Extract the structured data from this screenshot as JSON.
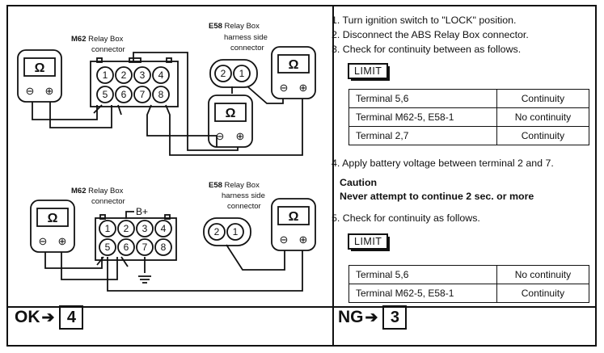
{
  "diagram": {
    "top": {
      "m62_label": "M62",
      "m62_label_rest": "Relay Box",
      "m62_label_2": "connector",
      "e58_label": "E58",
      "e58_label_rest": "Relay Box",
      "e58_label_2": "harness side",
      "e58_label_3": "connector",
      "m62_pins": [
        "1",
        "2",
        "3",
        "4",
        "5",
        "6",
        "7",
        "8"
      ],
      "e58_pins": [
        "2",
        "1"
      ]
    },
    "bottom": {
      "m62_label": "M62",
      "m62_label_rest": "Relay Box",
      "m62_label_2": "connector",
      "e58_label": "E58",
      "e58_label_rest": "Relay Box",
      "e58_label_2": "harness side",
      "e58_label_3": "connector",
      "battery_label": "B+",
      "m62_pins": [
        "1",
        "2",
        "3",
        "4",
        "5",
        "6",
        "7",
        "8"
      ],
      "e58_pins": [
        "2",
        "1"
      ]
    },
    "meter_symbol": "Ω",
    "minus_symbol": "⊖",
    "plus_symbol": "⊕"
  },
  "steps": {
    "step1": "1. Turn ignition switch to \"LOCK\" position.",
    "step2": "2. Disconnect the ABS Relay Box connector.",
    "step3": "3. Check for continuity between as follows.",
    "step4": "4. Apply battery voltage between terminal 2 and 7.",
    "step5": "5. Check for continuity as follows."
  },
  "limit_label": "LIMIT",
  "table1": [
    {
      "terminal": "Terminal 5,6",
      "result": "Continuity"
    },
    {
      "terminal": "Terminal M62-5, E58-1",
      "result": "No continuity"
    },
    {
      "terminal": "Terminal 2,7",
      "result": "Continuity"
    }
  ],
  "table2": [
    {
      "terminal": "Terminal 5,6",
      "result": "No continuity"
    },
    {
      "terminal": "Terminal M62-5, E58-1",
      "result": "Continuity"
    }
  ],
  "caution": {
    "title": "Caution",
    "text": "Never attempt to continue 2 sec. or more"
  },
  "outcome": {
    "ok_label": "OK",
    "ok_target": "4",
    "ng_label": "NG",
    "ng_target": "3",
    "arrow": "➔"
  }
}
